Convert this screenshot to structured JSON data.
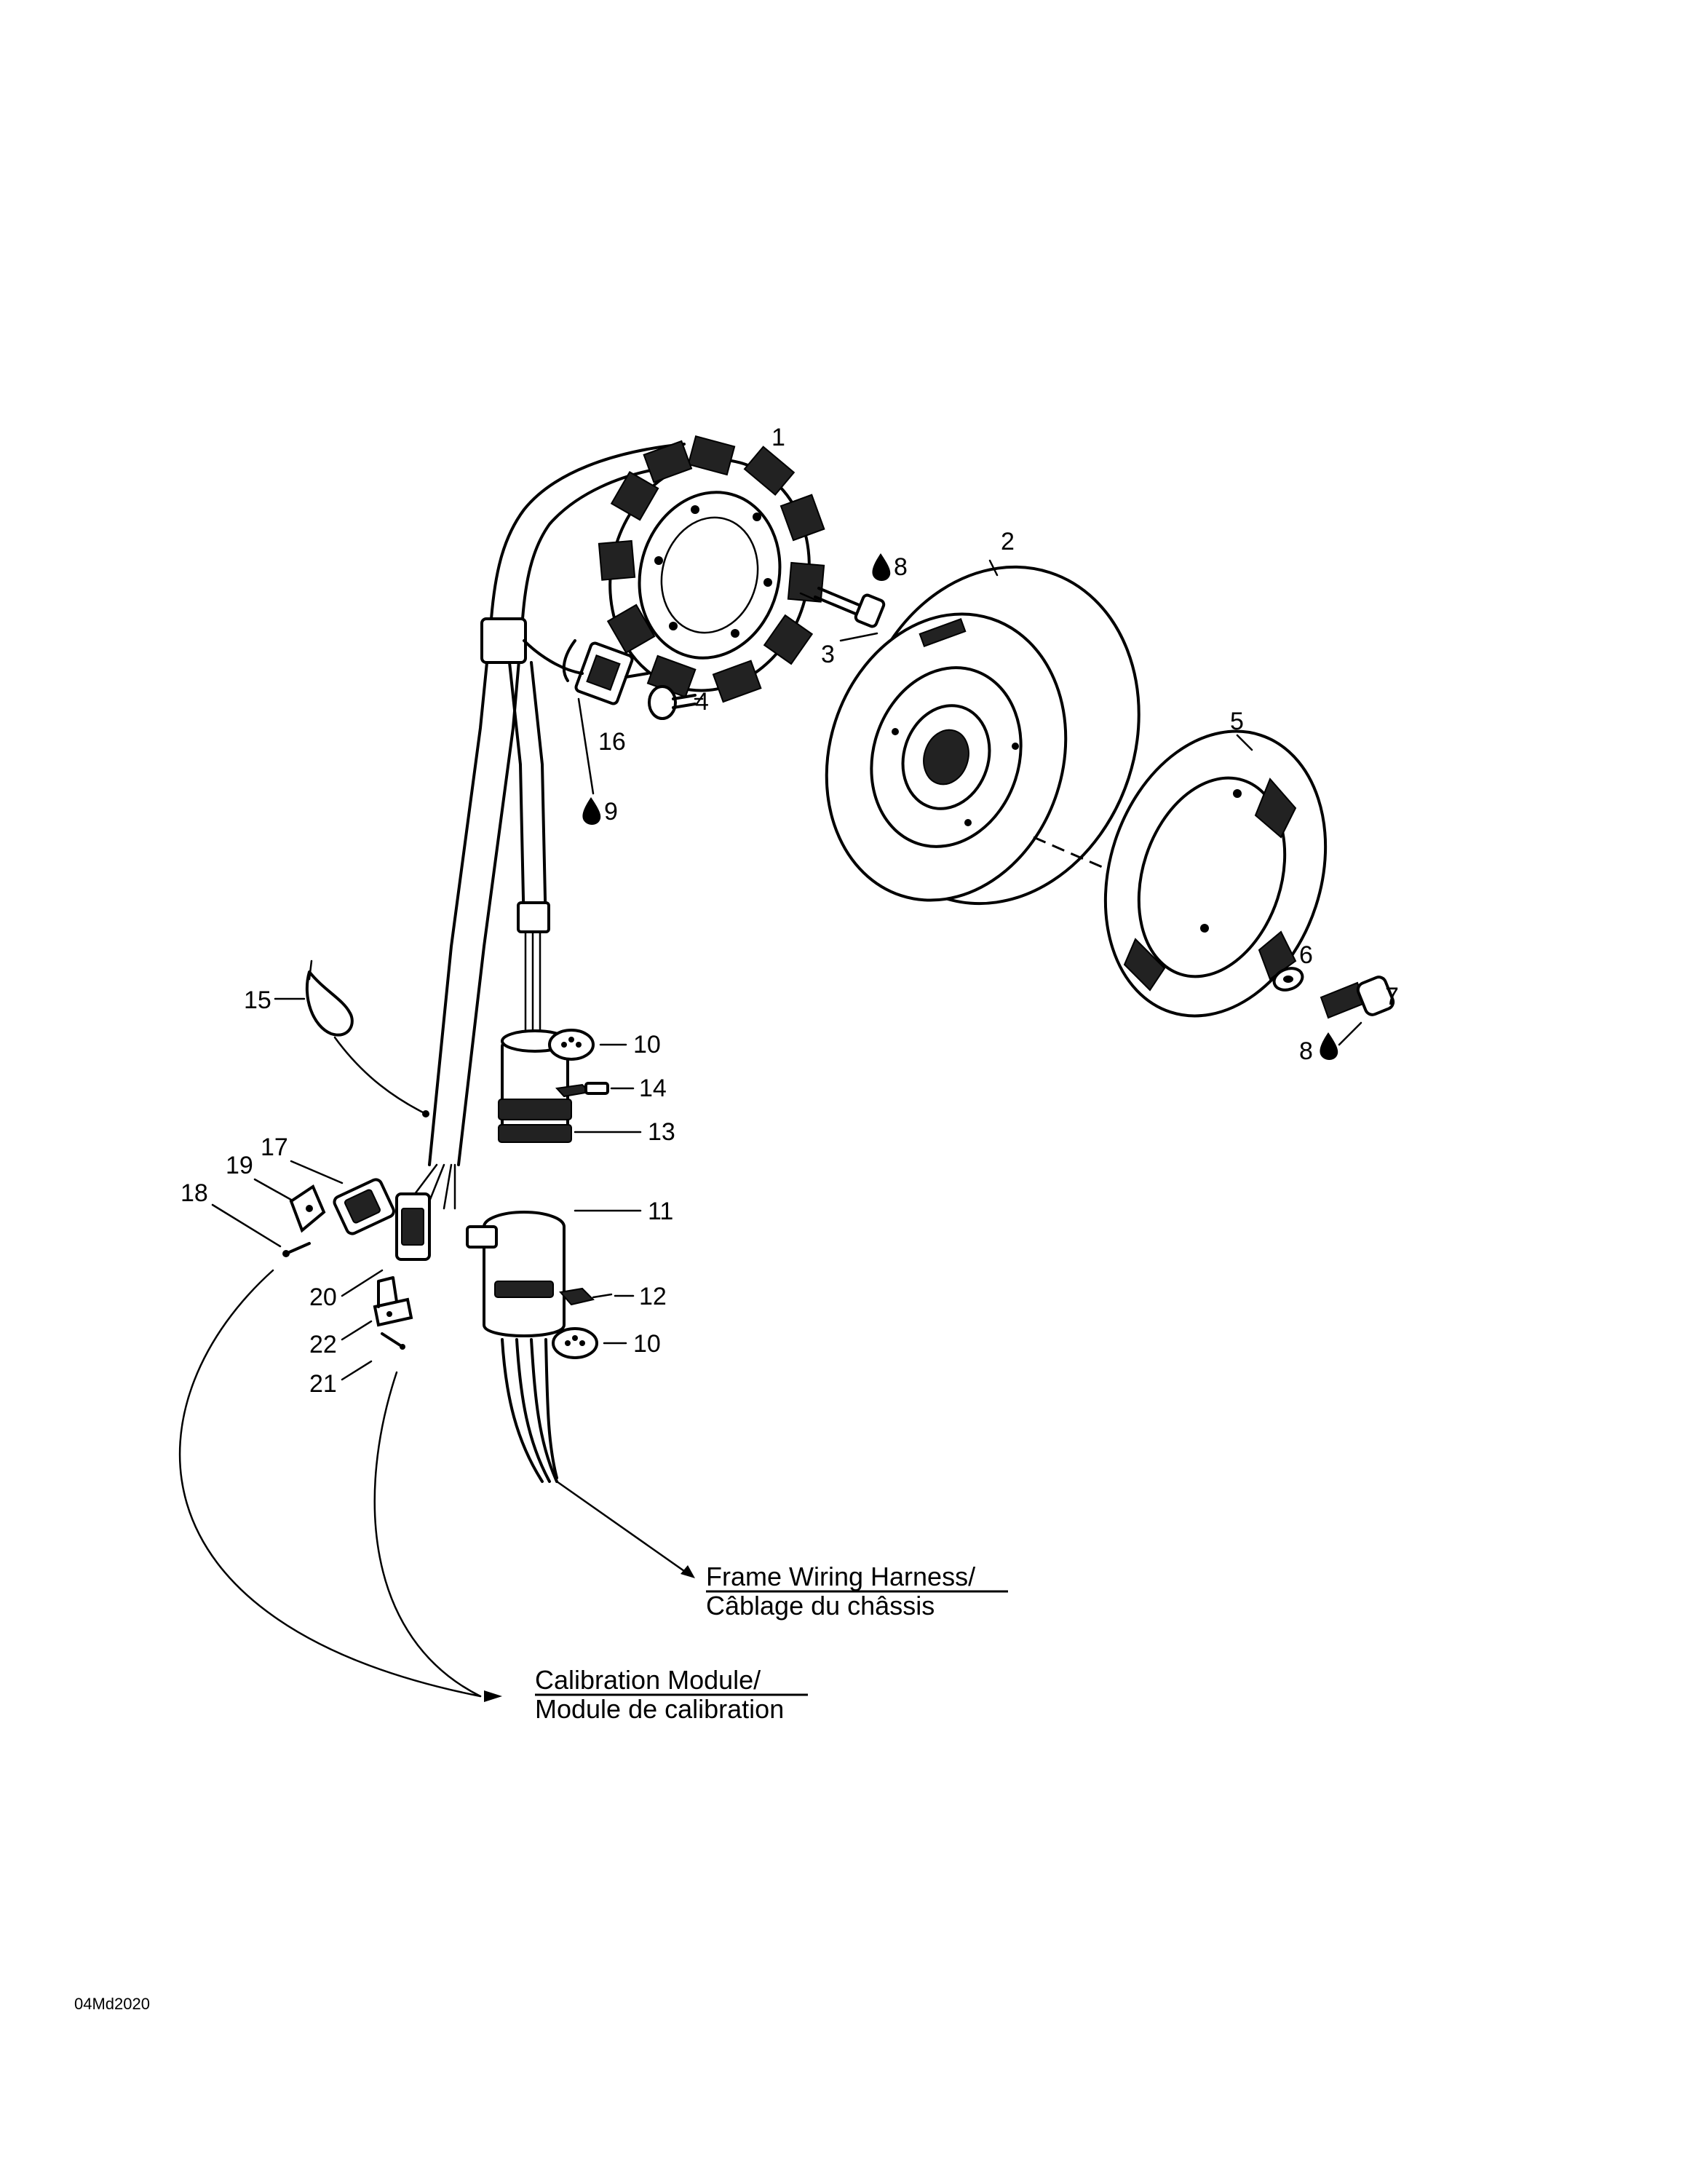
{
  "callouts": {
    "c1": "1",
    "c2": "2",
    "c3": "3",
    "c4": "4",
    "c5": "5",
    "c6": "6",
    "c7": "7",
    "c8a": "8",
    "c8b": "8",
    "c9": "9",
    "c10a": "10",
    "c10b": "10",
    "c11": "11",
    "c12": "12",
    "c13": "13",
    "c14": "14",
    "c15": "15",
    "c16": "16",
    "c17": "17",
    "c18": "18",
    "c19": "19",
    "c20": "20",
    "c21": "21",
    "c22": "22"
  },
  "notes": {
    "harness_line1": "Frame Wiring Harness/",
    "harness_line2": "Câblage du châssis",
    "calibration_line1": "Calibration Module/",
    "calibration_line2": "Module de calibration"
  },
  "diagram_code": "04Md2020"
}
